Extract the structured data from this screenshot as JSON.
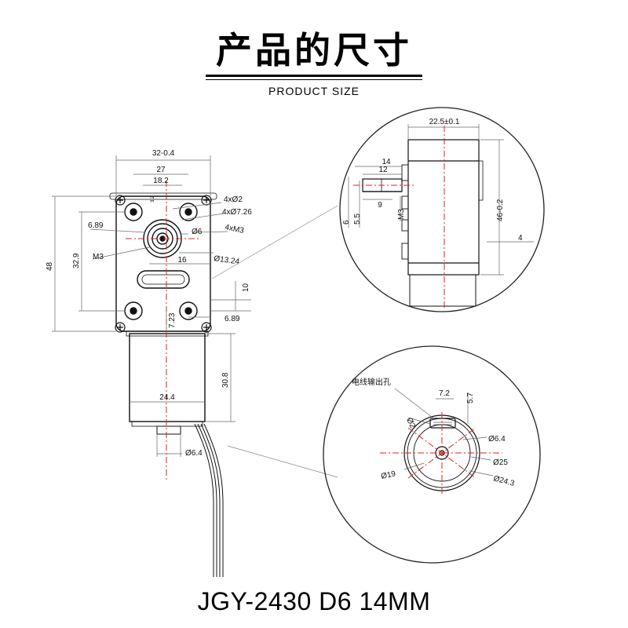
{
  "header": {
    "title": "产品的尺寸",
    "subtitle": "PRODUCT SIZE"
  },
  "model": "JGY-2430 D6 14MM",
  "front_view": {
    "dims": {
      "overall_width": "32-0.4",
      "hole_span": "27",
      "hole_span_inner": "18.2",
      "small_offset": "3.2",
      "hole_d2": "4xØ2",
      "hole_d726": "4xØ7.26",
      "thread_m3": "4xM3",
      "offset_689_top": "6.89",
      "shaft_d6": "Ø6",
      "m3_label": "M3",
      "boss_d1324": "Ø13.24",
      "slot_16": "16",
      "height_48": "48",
      "height_329": "32.9",
      "dim_10": "10",
      "dim_723": "7.23",
      "offset_689_bottom": "6.89",
      "motor_length": "30.8",
      "motor_dia": "24.4",
      "shaft_end": "Ø6.4"
    }
  },
  "side_view": {
    "dims": {
      "width": "22.5±0.1",
      "shaft_14": "14",
      "shaft_12": "12",
      "shaft_9": "9",
      "dim_6": "6",
      "dim_55": "5.5",
      "m3": "M3",
      "height": "46-0.2",
      "dim_4": "4"
    }
  },
  "rear_view": {
    "dims": {
      "outlet_label": "电线输出孔",
      "dim_72": "7.2",
      "dim_57": "5.7",
      "d2": "Ø2",
      "d64": "Ø6.4",
      "d25": "Ø25",
      "d19": "Ø19",
      "d243": "Ø24.3"
    }
  },
  "colors": {
    "line": "#111111",
    "centerline": "#e0201c",
    "dimension": "#555555"
  }
}
